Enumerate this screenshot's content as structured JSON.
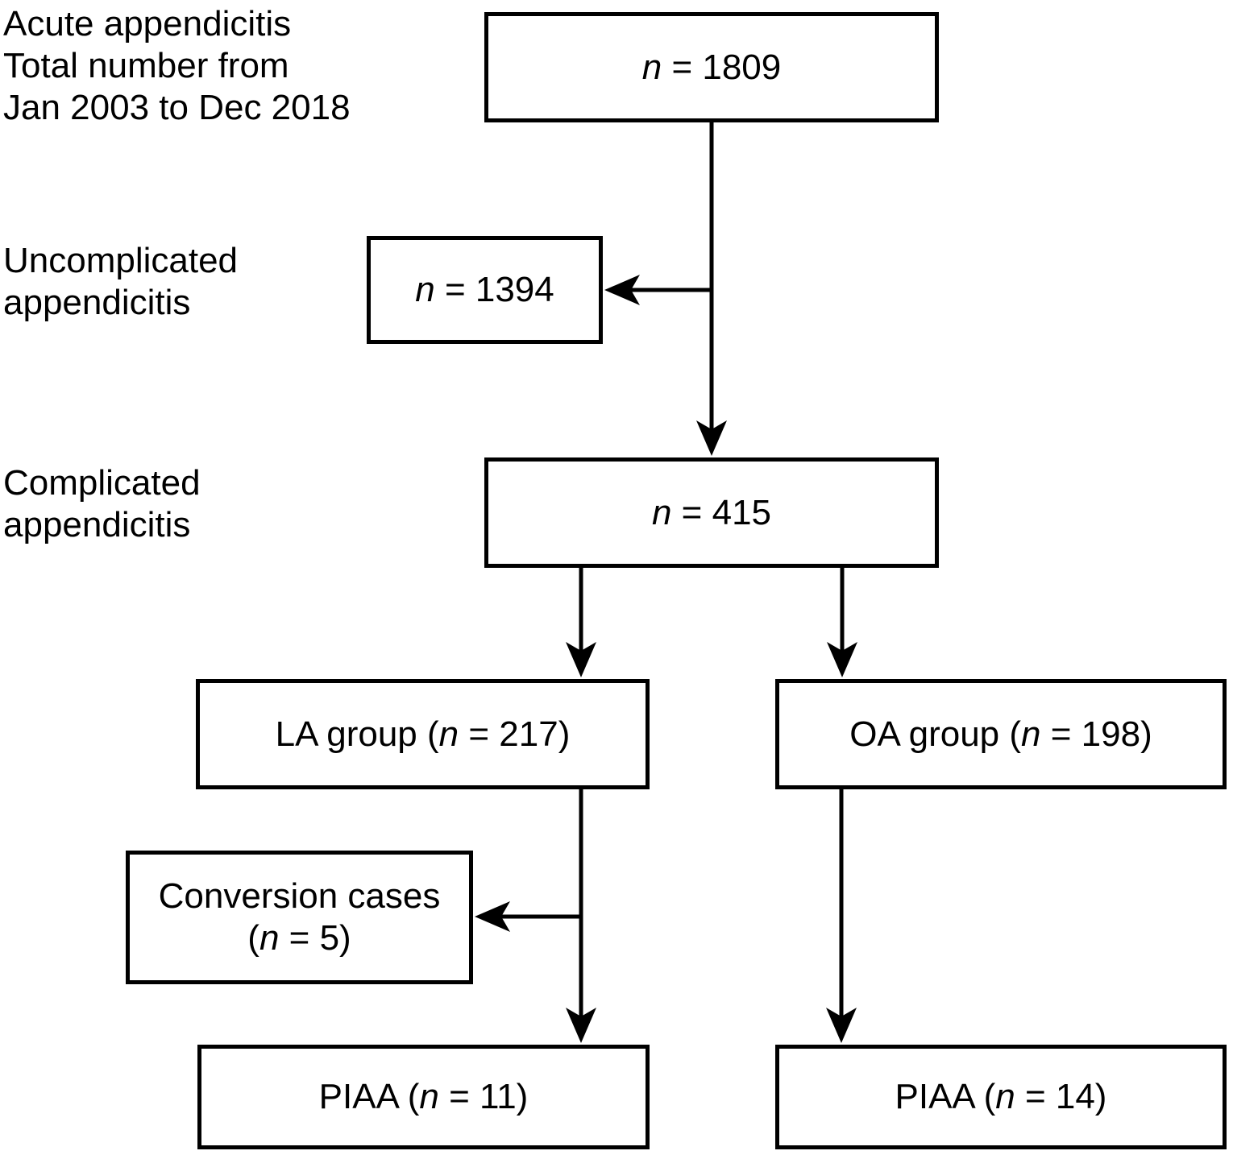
{
  "colors": {
    "ink": "#000000",
    "background": "#ffffff"
  },
  "side_labels": {
    "acute": "Acute appendicitis\nTotal number from\nJan 2003 to Dec 2018",
    "uncomplicated": "Uncomplicated\nappendicitis",
    "complicated": "Complicated\nappendicitis"
  },
  "nodes": {
    "total": {
      "pre": "",
      "var": "n",
      "rest": " = 1809"
    },
    "uncomplicated": {
      "pre": "",
      "var": "n",
      "rest": " = 1394"
    },
    "complicated": {
      "pre": "",
      "var": "n",
      "rest": " = 415"
    },
    "la": {
      "pre": "LA group (",
      "var": "n",
      "rest": " = 217)"
    },
    "oa": {
      "pre": "OA group (",
      "var": "n",
      "rest": " = 198)"
    },
    "conversion": {
      "pre": "Conversion cases\n(",
      "var": "n",
      "rest": " = 5)"
    },
    "piaa_la": {
      "pre": "PIAA (",
      "var": "n",
      "rest": " = 11)"
    },
    "piaa_oa": {
      "pre": "PIAA (",
      "var": "n",
      "rest": " = 14)"
    }
  },
  "edges": [
    {
      "from": "total",
      "to": "complicated"
    },
    {
      "from": "total",
      "to": "uncomplicated"
    },
    {
      "from": "complicated",
      "to": "la"
    },
    {
      "from": "complicated",
      "to": "oa"
    },
    {
      "from": "la",
      "to": "piaa_la"
    },
    {
      "from": "la",
      "to": "conversion"
    },
    {
      "from": "oa",
      "to": "piaa_oa"
    }
  ]
}
